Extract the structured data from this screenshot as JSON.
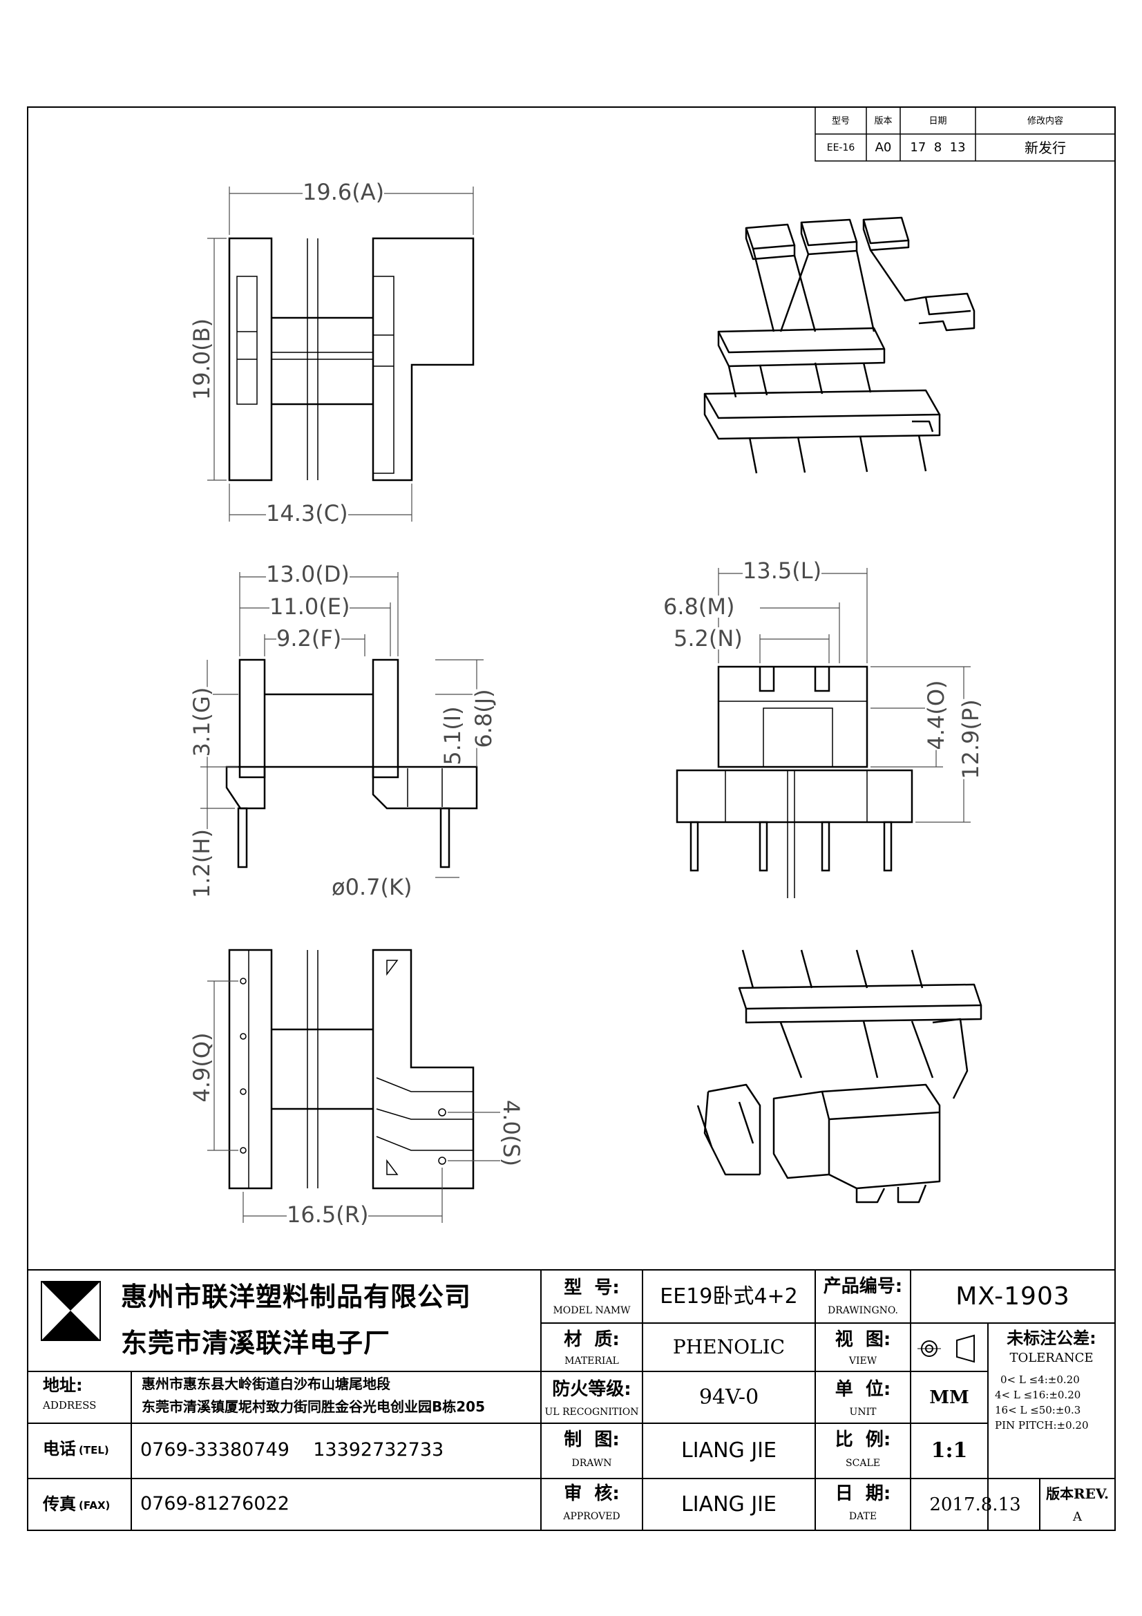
{
  "revision_table": {
    "headers": [
      "型号",
      "版本",
      "日期",
      "修改内容"
    ],
    "row": [
      "EE-16",
      "A0",
      "17  8  13",
      "新发行"
    ]
  },
  "dimensions": {
    "A": "19.6(A)",
    "B": "19.0(B)",
    "C": "14.3(C)",
    "D": "13.0(D)",
    "E": "11.0(E)",
    "F": "9.2(F)",
    "G": "3.1(G)",
    "H": "1.2(H)",
    "I": "5.1(I)",
    "J": "6.8(J)",
    "K": "ø0.7(K)",
    "L": "13.5(L)",
    "M": "6.8(M)",
    "N": "5.2(N)",
    "O": "4.4(O)",
    "P": "12.9(P)",
    "Q": "4.9(Q)",
    "R": "16.5(R)",
    "S": "4.0(S)"
  },
  "title_block": {
    "company_1": "惠州市联洋塑料制品有限公司",
    "company_2": "东莞市清溪联洋电子厂",
    "address_label": "地址:",
    "address_label_en": "ADDRESS",
    "address_1": "惠州市惠东县大岭街道白沙布山塘尾地段",
    "address_2": "东莞市清溪镇厦坭村致力街同胜金谷光电创业园B栋205",
    "tel_label": "电话",
    "tel_label_en": "(TEL)",
    "tel_value": "0769-33380749    13392732733",
    "fax_label": "传真",
    "fax_label_en": "(FAX)",
    "fax_value": "0769-81276022",
    "model_label": "型  号:",
    "model_label_en": "MODEL NAMW",
    "model_value": "EE19卧式4+2",
    "material_label": "材  质:",
    "material_label_en": "MATERIAL",
    "material_value": "PHENOLIC",
    "flame_label": "防火等级:",
    "flame_label_en": "UL RECOGNITION",
    "flame_value": "94V-0",
    "drawn_label": "制  图:",
    "drawn_label_en": "DRAWN",
    "drawn_value": "LIANG JIE",
    "approved_label": "审  核:",
    "approved_label_en": "APPROVED",
    "approved_value": "LIANG JIE",
    "drawing_no_label": "产品编号:",
    "drawing_no_label_en": "DRAWINGNO.",
    "drawing_no_value": "MX-1903",
    "view_label": "视  图:",
    "view_label_en": "VIEW",
    "unit_label": "单  位:",
    "unit_label_en": "UNIT",
    "unit_value": "MM",
    "scale_label": "比  例:",
    "scale_label_en": "SCALE",
    "scale_value": "1:1",
    "date_label": "日  期:",
    "date_label_en": "DATE",
    "date_value": "2017.8.13",
    "tolerance_label": "未标注公差:",
    "tolerance_label_en": "TOLERANCE",
    "tolerance_lines": [
      "0< L ≤4:±0.20",
      "4< L ≤16:±0.20",
      "16< L ≤50:±0.3",
      "PIN PITCH:±0.20"
    ],
    "rev_label": "版本REV.",
    "rev_value": "A"
  },
  "colors": {
    "line": "#000000",
    "dimension": "#4a4a4a",
    "background": "#ffffff"
  }
}
